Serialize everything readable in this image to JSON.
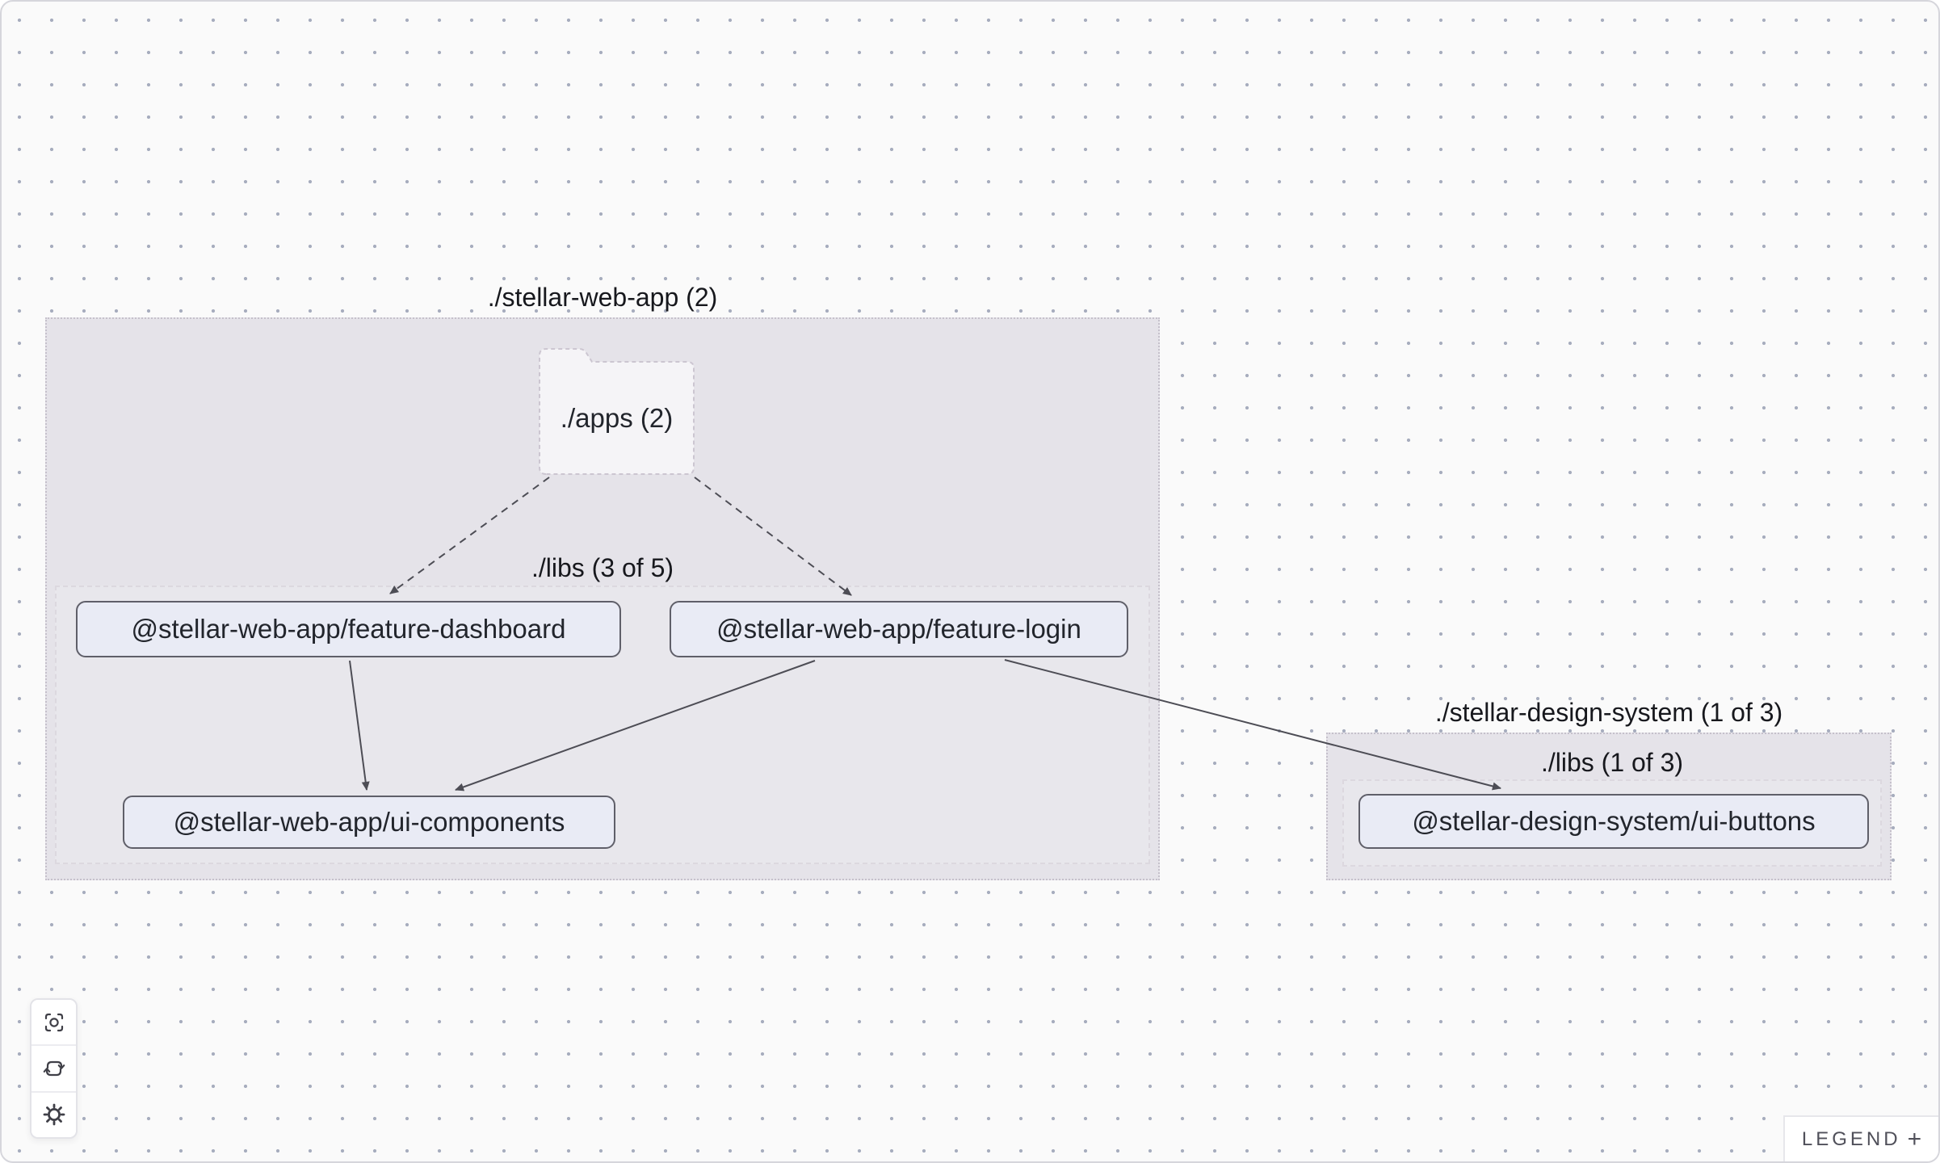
{
  "graph": {
    "groups": [
      {
        "label": "./stellar-web-app (2)"
      },
      {
        "label": "./stellar-design-system (1 of 3)"
      }
    ],
    "subgroups": [
      {
        "label": "./libs (3 of 5)"
      },
      {
        "label": "./libs (1 of 3)"
      }
    ],
    "folder": {
      "label": "./apps (2)"
    },
    "nodes": [
      {
        "label": "@stellar-web-app/feature-dashboard"
      },
      {
        "label": "@stellar-web-app/feature-login"
      },
      {
        "label": "@stellar-web-app/ui-components"
      },
      {
        "label": "@stellar-design-system/ui-buttons"
      }
    ],
    "edges": [
      {
        "source": "./apps",
        "target": "@stellar-web-app/feature-dashboard",
        "style": "dashed"
      },
      {
        "source": "./apps",
        "target": "@stellar-web-app/feature-login",
        "style": "dashed"
      },
      {
        "source": "@stellar-web-app/feature-dashboard",
        "target": "@stellar-web-app/ui-components",
        "style": "solid"
      },
      {
        "source": "@stellar-web-app/feature-login",
        "target": "@stellar-web-app/ui-components",
        "style": "solid"
      },
      {
        "source": "@stellar-web-app/feature-login",
        "target": "@stellar-design-system/ui-buttons",
        "style": "solid"
      }
    ]
  },
  "toolbar": {
    "buttons": [
      {
        "name": "focus-button",
        "icon": "focus-icon"
      },
      {
        "name": "refresh-button",
        "icon": "refresh-icon"
      },
      {
        "name": "settings-button",
        "icon": "gear-icon"
      }
    ]
  },
  "legend": {
    "label": "LEGEND",
    "expand_symbol": "+"
  },
  "colors": {
    "canvas_bg": "#fafafa",
    "dot_grid": "#a7adbe",
    "group_fill": "#e5e3e9",
    "group_border": "#c5c0cb",
    "subgroup_border": "#dcd8df",
    "node_fill": "#e9ebf5",
    "node_border": "#5f5f69",
    "folder_fill": "#f5f4f7",
    "edge": "#4d4d55",
    "text": "#17181d"
  }
}
